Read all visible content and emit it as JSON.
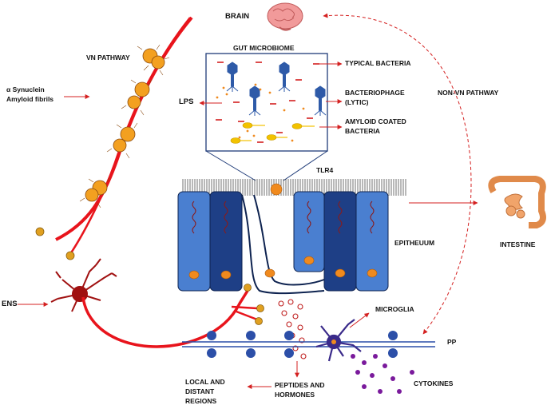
{
  "labels": {
    "brain": "BRAIN",
    "vn_pathway": "VN PATHWAY",
    "synuclein_line1": "α Synuclein",
    "synuclein_line2": "Amyloid fibrils",
    "gut_microbiome": "GUT MICROBIOME",
    "typical_bacteria": "TYPICAL BACTERIA",
    "bacteriophage_line1": "BACTERIOPHAGE",
    "bacteriophage_line2": "(LYTIC)",
    "amyloid_line1": "AMYLOID COATED",
    "amyloid_line2": "BACTERIA",
    "lps": "LPS",
    "non_vn_pathway": "NON-VN PATHWAY",
    "tlr4": "TLR4",
    "epitheuum": "EPITHEUUM",
    "intestine": "INTESTINE",
    "ens": "ENS",
    "microglia": "MICROGLIA",
    "pp": "PP",
    "local_line1": "LOCAL AND",
    "local_line2": "DISTANT",
    "local_line3": "REGIONS",
    "peptides_line1": "PEPTIDES AND",
    "peptides_line2": "HORMONES",
    "cytokines": "CYTOKINES"
  },
  "colors": {
    "nerve": "#e8141c",
    "arrow": "#d42020",
    "cell_light": "#4a7fd0",
    "cell_dark": "#1e3f86",
    "nucleus": "#f08a1e",
    "microbiome_frame": "#1f3b78",
    "bacteriophage": "#2e5aa8",
    "amyloid_bacteria": "#f2c200",
    "cytokine": "#7a1a9c",
    "microglia": "#3a2a8a",
    "pp_node": "#2c4fa8",
    "brain": "#f19a9a",
    "intestine": "#f1a46a",
    "neuron_body": "#a01010"
  }
}
